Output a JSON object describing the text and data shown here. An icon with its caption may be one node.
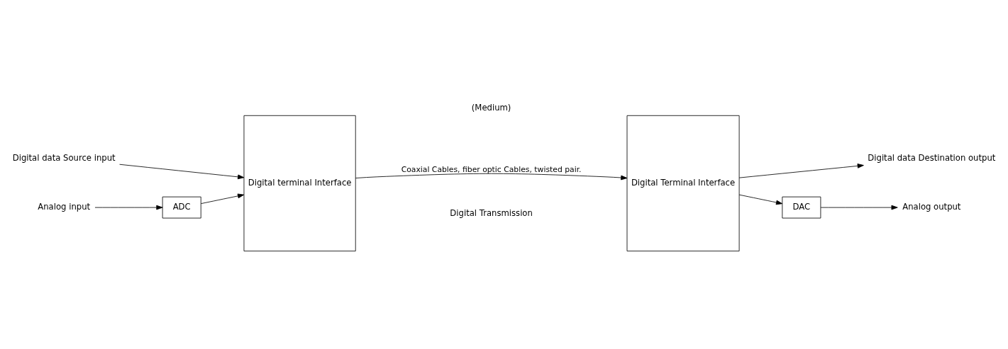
{
  "diagram": {
    "nodes": [
      {
        "text": [
          "Digital data Source input"
        ]
      },
      {
        "text": [
          "Digital terminal Interface"
        ]
      },
      {
        "text": [
          "Analog input"
        ]
      },
      {
        "text": [
          "ADC"
        ]
      },
      {
        "text": [
          "Digital Terminal Interface"
        ]
      },
      {
        "text": [
          "Digital data Destination output"
        ]
      },
      {
        "text": [
          "DAC"
        ]
      },
      {
        "text": [
          "Analog output"
        ]
      }
    ],
    "edges": [
      {
        "from": 0,
        "to": 1,
        "arrow": "to"
      },
      {
        "from": 2,
        "to": 3,
        "arrow": "to"
      },
      {
        "from": 3,
        "to": 1,
        "arrow": "to"
      },
      {
        "from": 1,
        "to": 4,
        "arrow": "to",
        "label": "Coaxial Cables, fiber optic Cables, twisted pair."
      },
      {
        "from": 4,
        "to": 5,
        "arrow": "to"
      },
      {
        "from": 4,
        "to": 6,
        "arrow": "to"
      },
      {
        "from": 6,
        "to": 7,
        "arrow": "to"
      }
    ],
    "labels": [
      "Digital Transmission",
      "(Medium)"
    ]
  }
}
